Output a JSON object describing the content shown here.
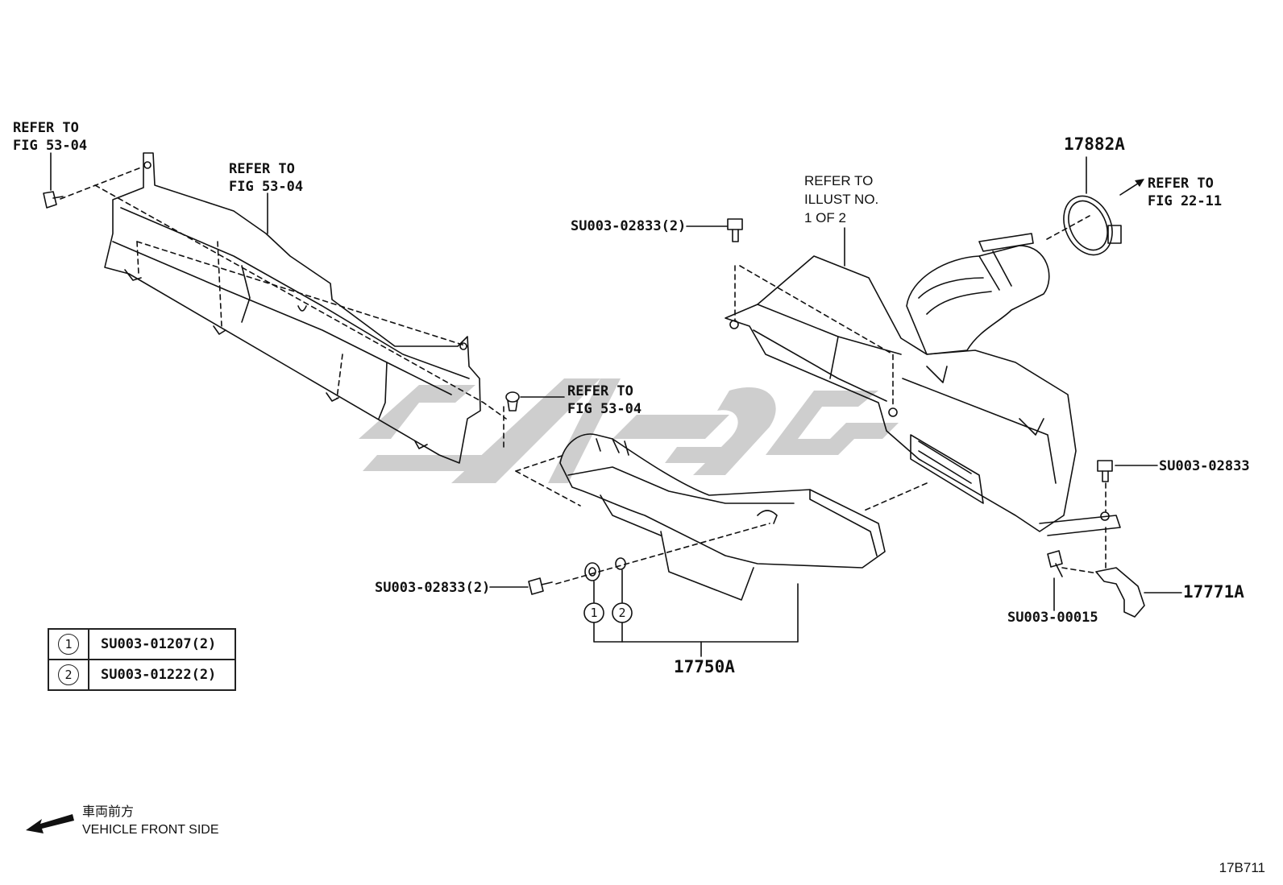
{
  "labels": {
    "refer_53_04_left": "REFER TO\nFIG 53-04",
    "refer_53_04_upper": "REFER TO\nFIG 53-04",
    "refer_53_04_mid": "REFER TO\nFIG 53-04",
    "refer_illust": "REFER TO\nILLUST NO.\n1 OF 2",
    "refer_22_11": "REFER TO\nFIG 22-11",
    "part_17882A": "17882A",
    "part_17750A": "17750A",
    "part_17771A": "17771A",
    "bolt_top": "SU003-02833(2)",
    "bolt_left": "SU003-02833(2)",
    "bolt_right": "SU003-02833",
    "bolt_lower_right": "SU003-00015",
    "callout_1": "1",
    "callout_2": "2"
  },
  "legend": [
    {
      "key": "1",
      "part": "SU003-01207(2)"
    },
    {
      "key": "2",
      "part": "SU003-01222(2)"
    }
  ],
  "orientation": {
    "japanese": "車両前方",
    "english": "VEHICLE FRONT SIDE",
    "icon": "left-arrow-icon"
  },
  "figure_id": "17B711",
  "colors": {
    "line": "#111111",
    "watermark": "#c4c4c4"
  }
}
